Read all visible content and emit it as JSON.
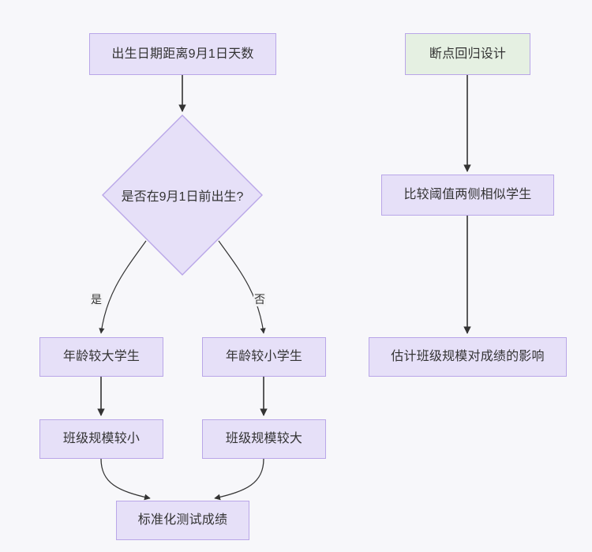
{
  "diagram": {
    "type": "flowchart",
    "background_color": "#f7f7fa",
    "node_fill": "#e6e0f8",
    "node_border": "#b9a6e8",
    "accent_fill": "#e5f0e2",
    "text_color": "#333333",
    "edge_color": "#333333"
  },
  "left_flow": {
    "start": {
      "label": "出生日期距离9月1日天数"
    },
    "decision": {
      "label": "是否在9月1日前出生?"
    },
    "yes_label": "是",
    "no_label": "否",
    "older": {
      "label": "年龄较大学生"
    },
    "younger": {
      "label": "年龄较小学生"
    },
    "smaller_class": {
      "label": "班级规模较小"
    },
    "larger_class": {
      "label": "班级规模较大"
    },
    "outcome": {
      "label": "标准化测试成绩"
    }
  },
  "right_flow": {
    "design": {
      "label": "断点回归设计"
    },
    "compare": {
      "label": "比较阈值两侧相似学生"
    },
    "estimate": {
      "label": "估计班级规模对成绩的影响"
    }
  }
}
